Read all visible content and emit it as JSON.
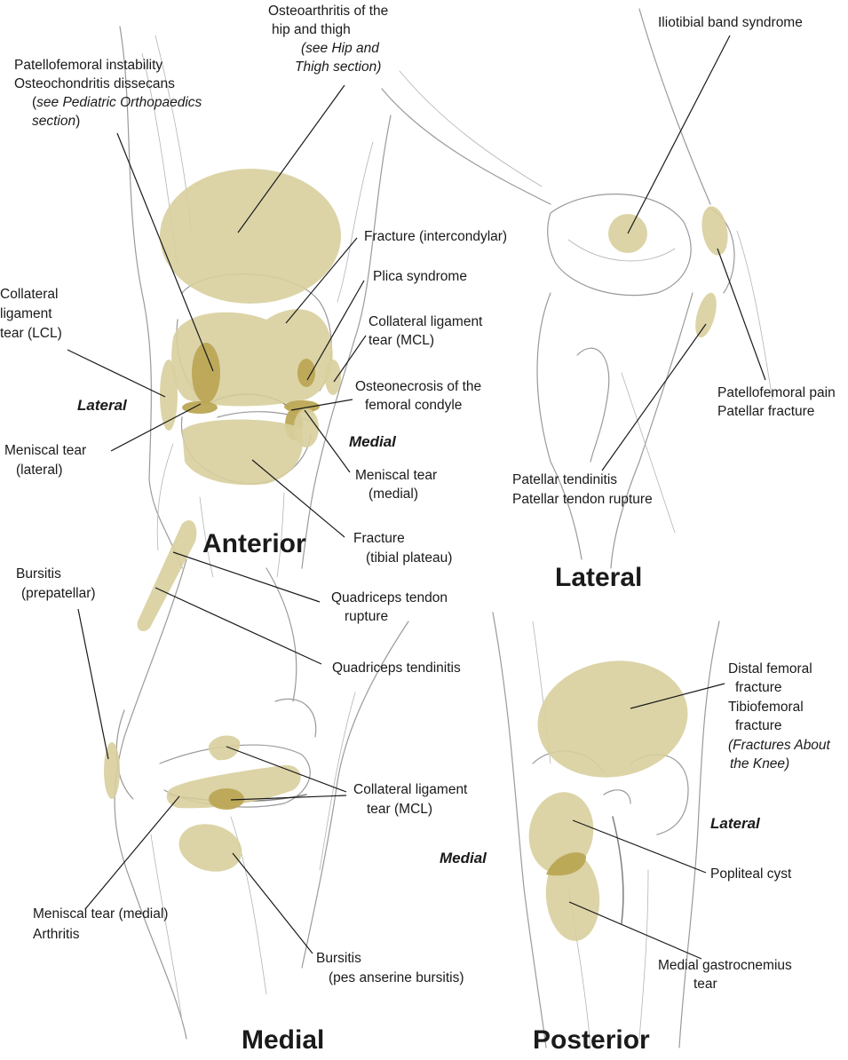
{
  "colors": {
    "zone": "#d8cf9d",
    "zone_overlap": "#bba654",
    "sketch": "#9a9a9a",
    "text": "#1a1a1a"
  },
  "views": {
    "anterior": "Anterior",
    "lateral": "Lateral",
    "medial": "Medial",
    "posterior": "Posterior"
  },
  "side_markers": {
    "anterior_lateral": "Lateral",
    "anterior_medial": "Medial",
    "posterior_lateral": "Lateral",
    "posterior_medial": "Medial"
  },
  "labels": {
    "oa_hip": [
      "Osteoarthritis of the",
      "hip and thigh",
      "(see Hip and",
      "Thigh section)"
    ],
    "patellofemoral_instability": [
      "Patellofemoral instability",
      "Osteochondritis dissecans"
    ],
    "see_pediatric": [
      "(",
      "see Pediatric Orthopaedics",
      "section",
      ")"
    ],
    "fracture_intercondylar": "Fracture (intercondylar)",
    "plica": "Plica syndrome",
    "collateral_mcl": [
      "Collateral ligament",
      "tear (MCL)"
    ],
    "collateral_lcl": [
      "Collateral",
      "ligament",
      "tear (LCL)"
    ],
    "osteonecrosis": [
      "Osteonecrosis of the",
      "femoral condyle"
    ],
    "meniscal_lateral": [
      "Meniscal tear",
      "(lateral)"
    ],
    "meniscal_medial": [
      "Meniscal tear",
      "(medial)"
    ],
    "fracture_tibial": [
      "Fracture",
      "(tibial plateau)"
    ],
    "itb": "Iliotibial band syndrome",
    "patellofemoral_pain": [
      "Patellofemoral pain",
      "Patellar fracture"
    ],
    "patellar_tendinitis": [
      "Patellar tendinitis",
      "Patellar tendon rupture"
    ],
    "bursitis_prepatellar": [
      "Bursitis",
      "(prepatellar)"
    ],
    "quad_rupture": [
      "Quadriceps tendon",
      "rupture"
    ],
    "quad_tendinitis": "Quadriceps tendinitis",
    "collateral_mcl_medial": [
      "Collateral ligament",
      "tear (MCL)"
    ],
    "meniscal_medial_arthritis": [
      "Meniscal tear (medial)",
      "Arthritis"
    ],
    "bursitis_pes": [
      "Bursitis",
      "(pes anserine bursitis)"
    ],
    "distal_femoral": [
      "Distal femoral",
      "fracture",
      "Tibiofemoral",
      "fracture"
    ],
    "fractures_about": [
      "(Fractures About",
      "the Knee)"
    ],
    "popliteal": "Popliteal cyst",
    "medial_gastroc": [
      "Medial gastrocnemius",
      "tear"
    ]
  }
}
